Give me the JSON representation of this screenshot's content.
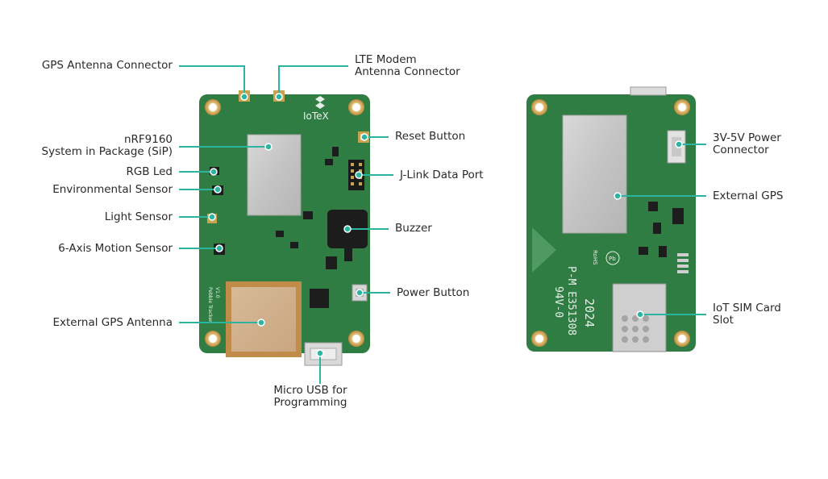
{
  "colors": {
    "pcb": "#2f7d43",
    "pcb_dark": "#276a38",
    "callout": "#2bb5a0",
    "text": "#2a2a2a"
  },
  "board": {
    "logo_text": "IoTeX",
    "silk_side": "Pebble Tracker",
    "silk_ver": "V1.0",
    "back_silk_1": "P-M E351308",
    "back_silk_2": "94V-0",
    "back_silk_3": "2024",
    "rohs": "RoHS",
    "pb": "Pb"
  },
  "labels": {
    "gps_antenna_connector": "GPS Antenna Connector",
    "lte_line1": "LTE Modem",
    "lte_line2": "Antenna Connector",
    "nrf_line1": "nRF9160",
    "nrf_line2": "System in Package (SiP)",
    "rgb_led": "RGB Led",
    "env_sensor": "Environmental Sensor",
    "light_sensor": "Light Sensor",
    "motion_sensor": "6-Axis Motion Sensor",
    "ext_gps_antenna": "External GPS Antenna",
    "usb_line1": "Micro USB for",
    "usb_line2": "Programming",
    "reset_button": "Reset Button",
    "jlink": "J-Link Data Port",
    "buzzer": "Buzzer",
    "power_button": "Power Button",
    "power_conn_line1": "3V-5V Power",
    "power_conn_line2": "Connector",
    "external_gps": "External GPS",
    "sim_line1": "IoT SIM Card",
    "sim_line2": "Slot"
  }
}
